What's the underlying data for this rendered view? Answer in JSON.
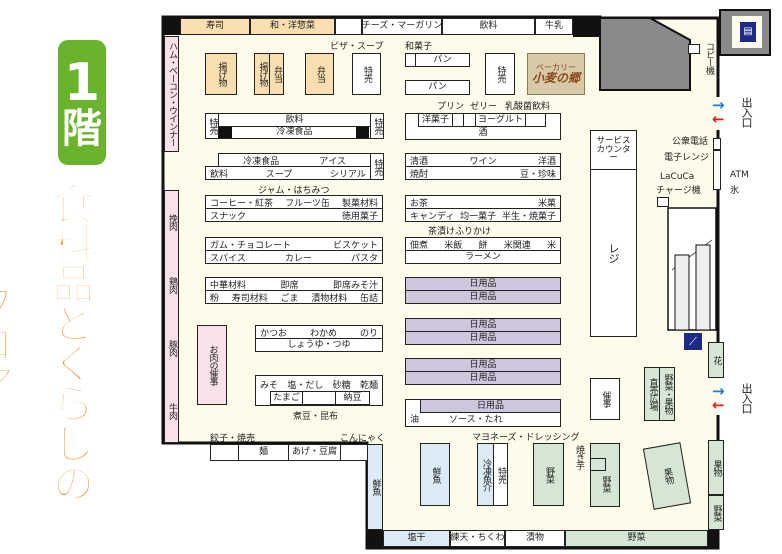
{
  "title": {
    "floor_number": "1",
    "floor_kanji": "階",
    "subtitle": "食料品とくらしのフロア"
  },
  "perimeter": [
    "寿司",
    "和・洋惣菜",
    "チーズ・マーガリン",
    "飲料",
    "牛乳",
    "ハム・ベーコン・ウインナー",
    "挽肉",
    "鶏肉",
    "豚肉",
    "牛肉",
    "鮮魚",
    "塩干",
    "練天・ちくわ",
    "漬物",
    "野菜",
    "花",
    "果物",
    "野菜"
  ],
  "deli": {
    "fried1": "揚げ物",
    "fried2": "揚げ物",
    "bento1": "弁当",
    "bento2": "弁当",
    "special": "特売",
    "pizza_label": "ピザ・スープ"
  },
  "bakery": {
    "wagashi_label": "和菓子",
    "bread1": "パン",
    "bread2": "パン",
    "special": "特売",
    "brand_top": "ベーカリー",
    "brand_name": "小麦の郷"
  },
  "left_aisles": {
    "r1": {
      "special_l": "特売",
      "top": "飲料",
      "bottom": "冷凍食品",
      "special_r": "特売"
    },
    "r2": {
      "a": "冷凍食品",
      "b": "アイス",
      "c": "飲料",
      "d": "スープ",
      "e": "シリアル",
      "special": "特売"
    },
    "r3": {
      "callout": "ジャム・はちみつ",
      "a": "コーヒー・紅茶",
      "b": "フルーツ缶",
      "c": "製菓材料",
      "d": "スナック",
      "e": "徳用菓子"
    },
    "r4": {
      "a": "ガム・チョコレート",
      "b": "ビスケット",
      "c": "スパイス",
      "d": "カレー",
      "e": "パスタ"
    },
    "r5": {
      "a": "中華材料",
      "b": "即席",
      "c": "即席みそ汁",
      "d": "粉",
      "e": "寿司材料",
      "f": "ごま",
      "g": "漬物材料",
      "h": "缶詰"
    },
    "meat_event": "お肉の催事",
    "r6": {
      "a": "かつお",
      "b": "わかめ",
      "c": "のり",
      "d": "しょうゆ・つゆ"
    },
    "r7": {
      "a": "みそ",
      "b": "塩・だし",
      "c": "砂糖",
      "d": "乾麺",
      "e": "たまご",
      "f": "納豆",
      "callout": "煮豆・昆布"
    },
    "counter": {
      "callout_l": "餃子・焼売",
      "callout_r": "こんにゃく",
      "a": "麺",
      "b": "あげ・豆腐"
    }
  },
  "right_aisles": {
    "r1": {
      "c1": "プリン",
      "c2": "ゼリー",
      "c3": "乳酸菌飲料",
      "a": "洋菓子",
      "b": "ヨーグルト",
      "c": "酒"
    },
    "r2": {
      "a": "清酒",
      "b": "ワイン",
      "c": "洋酒",
      "d": "焼酎",
      "e": "豆・珍味"
    },
    "r3": {
      "a": "お茶",
      "b": "米菓",
      "c": "キャンディ",
      "d": "均一菓子",
      "e": "半生・焼菓子"
    },
    "r4": {
      "callout": "茶漬けふりかけ",
      "a": "佃煮",
      "b": "米飯",
      "c": "餅",
      "d": "米関連",
      "e": "米",
      "f": "ラーメン"
    },
    "daily": "日用品",
    "r5": {
      "a": "油",
      "b": "ソース・たれ",
      "callout": "マヨネーズ・ドレッシング"
    }
  },
  "produce": {
    "fish": "鮮魚",
    "frozen_seafood": "冷凍魚介",
    "special": "特売",
    "veg1": "野菜",
    "yakiimo": "焼き芋",
    "veg2": "野菜",
    "event": "催事",
    "direct": "直売広場",
    "vegfruit": "野菜・果物",
    "fruit": "果物"
  },
  "services": {
    "service_counter": "サービスカウンター",
    "register": "レジ",
    "copy": "コピー機",
    "phone": "公衆電話",
    "microwave": "電子レンジ",
    "atm": "ATM",
    "ice": "氷",
    "lacuca1": "LaCuCa",
    "lacuca2": "チャージ機",
    "entrance": "出入口"
  },
  "colors": {
    "title_green": "#6ab42d",
    "title_orange": "#f08c1a",
    "floor": "#fdfbea",
    "daily_goods": "#cdc6dd",
    "produce": "#d6e6d4",
    "fish": "#dbeaf5"
  }
}
